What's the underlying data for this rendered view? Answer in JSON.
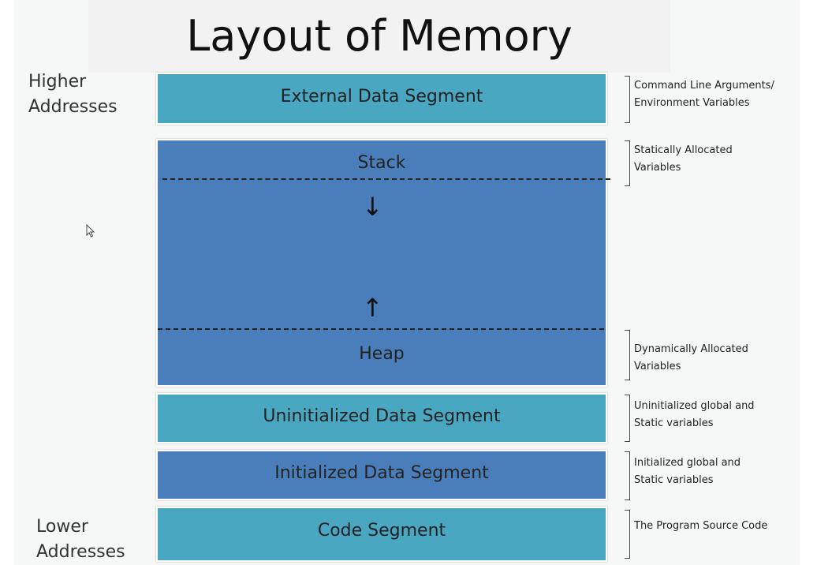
{
  "title": "Layout of Memory",
  "addresses": {
    "higher": "Higher\nAddresses",
    "lower": "Lower\nAddresses"
  },
  "segments": [
    {
      "id": "external",
      "label": "External Data Segment"
    },
    {
      "id": "stack_heap",
      "stack_label": "Stack",
      "heap_label": "Heap"
    },
    {
      "id": "uninit",
      "label": "Uninitialized Data Segment"
    },
    {
      "id": "init",
      "label": "Initialized Data Segment"
    },
    {
      "id": "code",
      "label": "Code Segment"
    }
  ],
  "notes": {
    "external": "Command Line Arguments/\nEnvironment Variables",
    "stack": "Statically Allocated\nVariables",
    "heap": "Dynamically Allocated\nVariables",
    "uninit": "Uninitialized global and\nStatic variables",
    "init": "Initialized global and\nStatic variables",
    "code": "The Program Source Code"
  },
  "icons": {
    "down_arrow": "arrow-down-icon",
    "up_arrow": "arrow-up-icon",
    "cursor": "mouse-cursor-icon"
  },
  "colors": {
    "light_segment": "#4aa7c2",
    "dark_segment": "#4a7ebb"
  }
}
